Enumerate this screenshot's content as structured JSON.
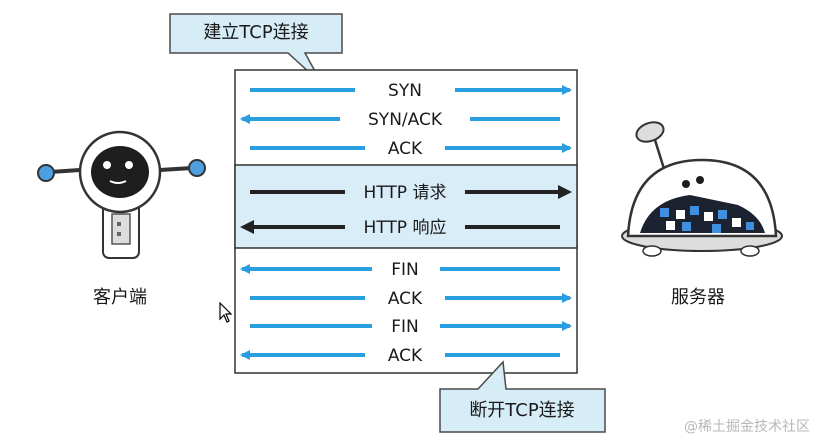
{
  "callouts": {
    "open": "建立TCP连接",
    "close": "断开TCP连接"
  },
  "actors": {
    "client": "客户端",
    "server": "服务器"
  },
  "messages": {
    "handshake": [
      {
        "label": "SYN",
        "direction": "right"
      },
      {
        "label": "SYN/ACK",
        "direction": "left"
      },
      {
        "label": "ACK",
        "direction": "right"
      }
    ],
    "http": [
      {
        "label": "HTTP 请求",
        "direction": "right"
      },
      {
        "label": "HTTP 响应",
        "direction": "left"
      }
    ],
    "teardown": [
      {
        "label": "FIN",
        "direction": "left"
      },
      {
        "label": "ACK",
        "direction": "right"
      },
      {
        "label": "FIN",
        "direction": "right"
      },
      {
        "label": "ACK",
        "direction": "left"
      }
    ]
  },
  "watermark": "@稀土掘金技术社区",
  "colors": {
    "blue_arrow": "#2a9fe0",
    "dark_arrow": "#222222",
    "callout_fill": "#d6ecf6",
    "http_band": "#d8edf8",
    "border": "#333333"
  }
}
